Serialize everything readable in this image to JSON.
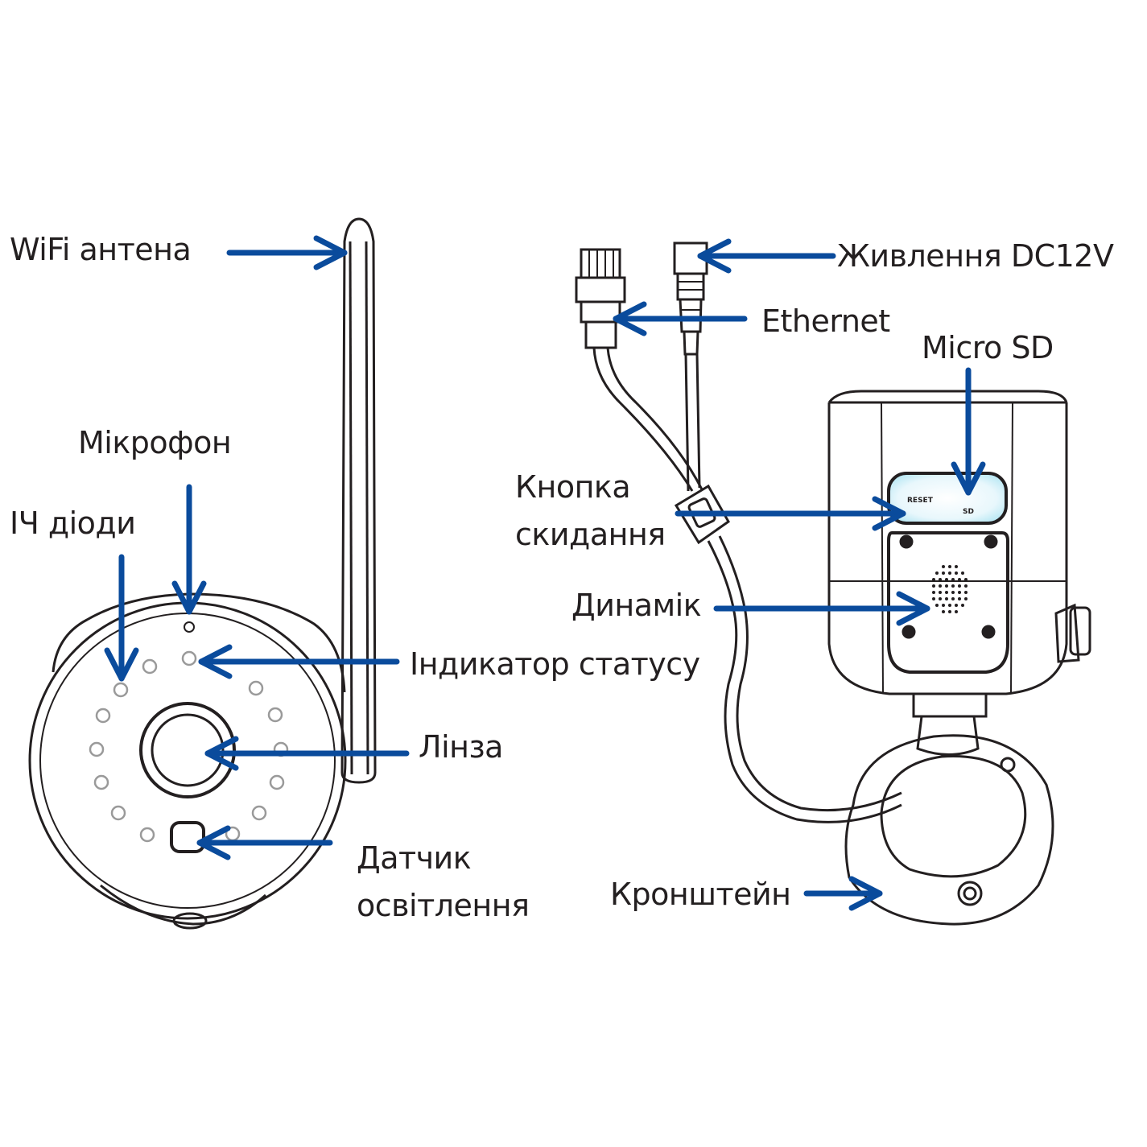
{
  "colors": {
    "arrow": "#0a4b9c",
    "outline": "#231f20",
    "background": "#ffffff",
    "highlight": "#b9e8f4"
  },
  "labels": {
    "wifi_antenna": "WiFi антена",
    "microphone": "Мікрофон",
    "ir_diodes": "ІЧ діоди",
    "status_indicator": "Індикатор статусу",
    "lens": "Лінза",
    "light_sensor": "Датчик\nосвітлення",
    "power": "Живлення DC12V",
    "ethernet": "Ethernet",
    "micro_sd": "Micro SD",
    "reset_button": "Кнопка\nскидання",
    "speaker": "Динамік",
    "bracket": "Кронштейн"
  },
  "panel_marks": {
    "reset": "RESET",
    "sd": "SD"
  }
}
